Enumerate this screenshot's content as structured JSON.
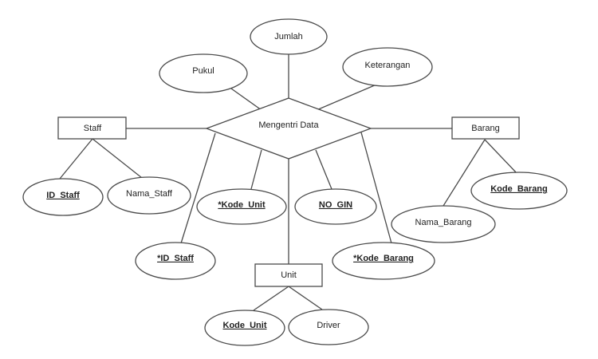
{
  "diagram": {
    "relationship": {
      "label": "Mengentri Data"
    },
    "entities": {
      "staff": "Staff",
      "barang": "Barang",
      "unit": "Unit"
    },
    "attributes": {
      "jumlah": "Jumlah",
      "pukul": "Pukul",
      "keterangan": "Keterangan",
      "id_staff": "ID_Staff",
      "nama_staff": "Nama_Staff",
      "fk_kode_unit": "*Kode_Unit",
      "no_gin": "NO_GIN",
      "fk_id_staff": "*ID_Staff",
      "fk_kode_barang": "*Kode_Barang",
      "kode_barang": "Kode_Barang",
      "nama_barang": "Nama_Barang",
      "kode_unit": "Kode_Unit",
      "driver": "Driver"
    }
  }
}
